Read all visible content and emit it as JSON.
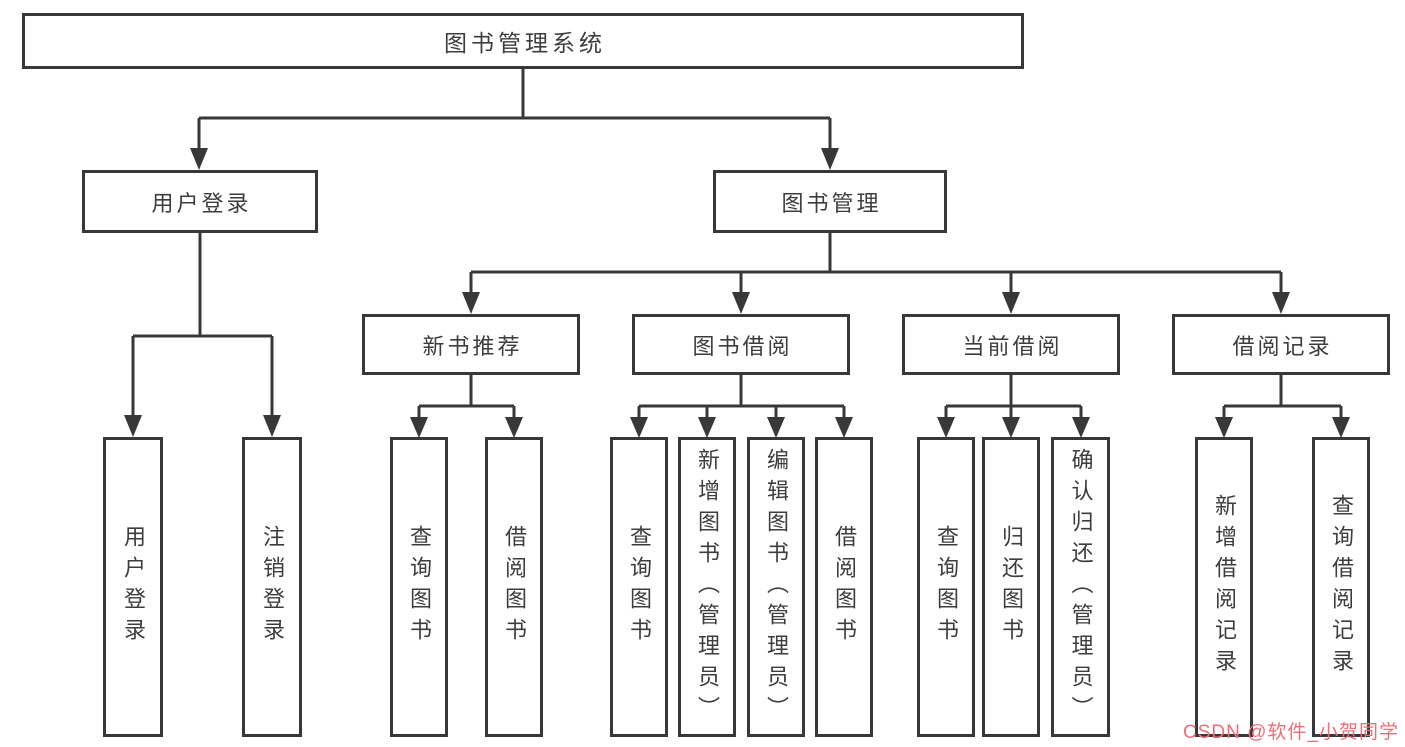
{
  "colors": {
    "line": "#383838",
    "text": "#3d3d3d",
    "watermark": "#ee6e78",
    "background": "#ffffff"
  },
  "tree": {
    "root": {
      "label": "图书管理系统",
      "children": [
        {
          "label": "用户登录",
          "children": [
            {
              "label": "用户登录"
            },
            {
              "label": "注销登录"
            }
          ]
        },
        {
          "label": "图书管理",
          "children": [
            {
              "label": "新书推荐",
              "children": [
                {
                  "label": "查询图书"
                },
                {
                  "label": "借阅图书"
                }
              ]
            },
            {
              "label": "图书借阅",
              "children": [
                {
                  "label": "查询图书"
                },
                {
                  "label": "新增图书（管理员）"
                },
                {
                  "label": "编辑图书（管理员）"
                },
                {
                  "label": "借阅图书"
                }
              ]
            },
            {
              "label": "当前借阅",
              "children": [
                {
                  "label": "查询图书"
                },
                {
                  "label": "归还图书"
                },
                {
                  "label": "确认归还（管理员）"
                }
              ]
            },
            {
              "label": "借阅记录",
              "children": [
                {
                  "label": "新增借阅记录"
                },
                {
                  "label": "查询借阅记录"
                }
              ]
            }
          ]
        }
      ]
    }
  },
  "watermark": {
    "text": "CSDN @软件_小贺同学"
  }
}
